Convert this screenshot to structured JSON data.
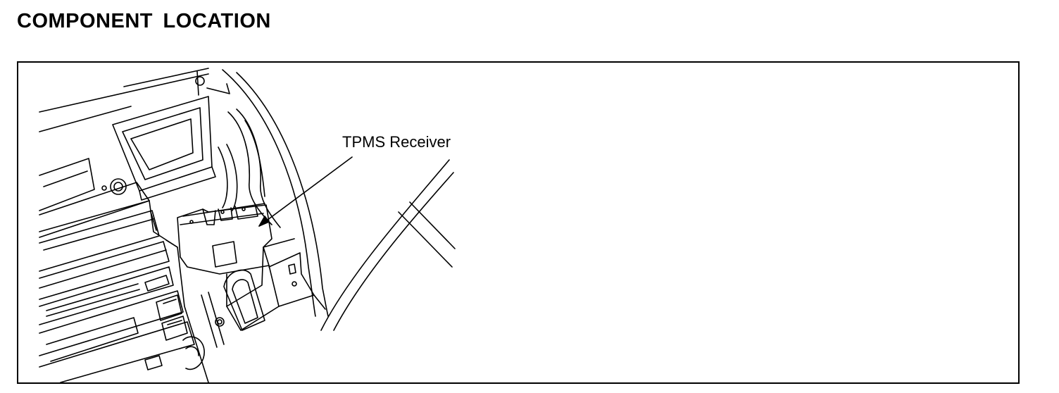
{
  "page": {
    "title": "COMPONENT LOCATION"
  },
  "figure": {
    "callout": {
      "label": "TPMS Receiver",
      "target": "tpms-receiver-module"
    },
    "line_color": "#000000",
    "background_color": "#ffffff"
  }
}
